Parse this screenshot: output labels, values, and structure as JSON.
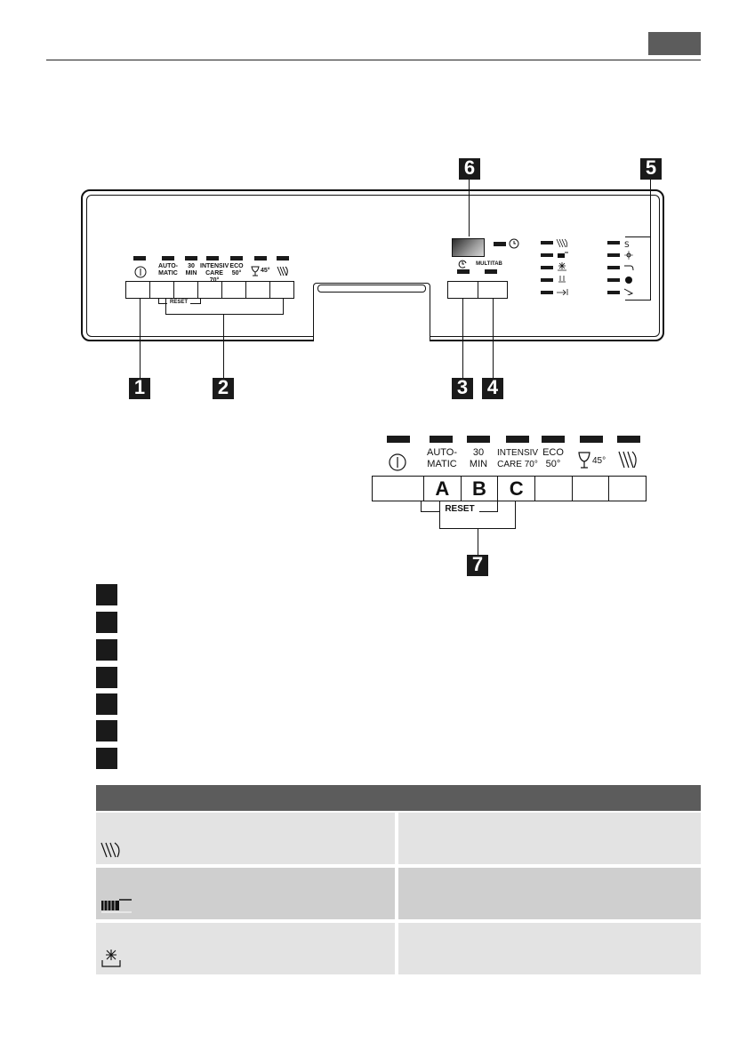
{
  "header": {
    "accent": "#5c5c5c"
  },
  "panel": {
    "callouts": [
      "1",
      "2",
      "3",
      "4",
      "5",
      "6"
    ],
    "left_buttons": [
      {
        "l1": "",
        "l2": "",
        "icon": "power-icon"
      },
      {
        "l1": "AUTO-",
        "l2": "MATIC"
      },
      {
        "l1": "30",
        "l2": "MIN"
      },
      {
        "l1": "INTENSIV",
        "l2": "CARE 70°"
      },
      {
        "l1": "ECO",
        "l2": "50°"
      },
      {
        "l1": "45°",
        "l2": "",
        "icon": "glass-icon"
      },
      {
        "l1": "",
        "l2": "",
        "icon": "rinse-spray-icon"
      }
    ],
    "reset_label": "RESET",
    "multitab_label": "MULTITAB",
    "delay_icon": "delay-start-icon",
    "clock_icon": "clock-icon",
    "phase_icons": [
      "rinse-spray-icon",
      "brush-icon",
      "drying-icon",
      "cup-hot-icon",
      "end-arrow-icon"
    ],
    "indicator_icons": [
      "salt-icon",
      "sparkle-icon",
      "tap-icon",
      "globe-icon",
      "rinse-aid-icon"
    ]
  },
  "zoom": {
    "callout": "7",
    "buttons": [
      {
        "l1": "",
        "l2": "",
        "key": "",
        "icon": "power-icon"
      },
      {
        "l1": "AUTO-",
        "l2": "MATIC",
        "key": "A"
      },
      {
        "l1": "30",
        "l2": "MIN",
        "key": "B"
      },
      {
        "l1": "INTENSIV",
        "l2": "CARE 70°",
        "key": "C"
      },
      {
        "l1": "ECO",
        "l2": "50°",
        "key": ""
      },
      {
        "l1": "45°",
        "l2": "",
        "key": "",
        "icon": "glass-icon"
      },
      {
        "l1": "",
        "l2": "",
        "key": "",
        "icon": "rinse-spray-icon"
      }
    ],
    "reset_label": "RESET"
  },
  "legend": {
    "count": 7
  },
  "table": {
    "header_color": "#5c5c5c",
    "rows": [
      {
        "icon": "rinse-spray-icon",
        "text": "",
        "desc": ""
      },
      {
        "icon": "brush-icon",
        "text": "",
        "desc": ""
      },
      {
        "icon": "drying-icon",
        "text": "",
        "desc": ""
      }
    ]
  }
}
